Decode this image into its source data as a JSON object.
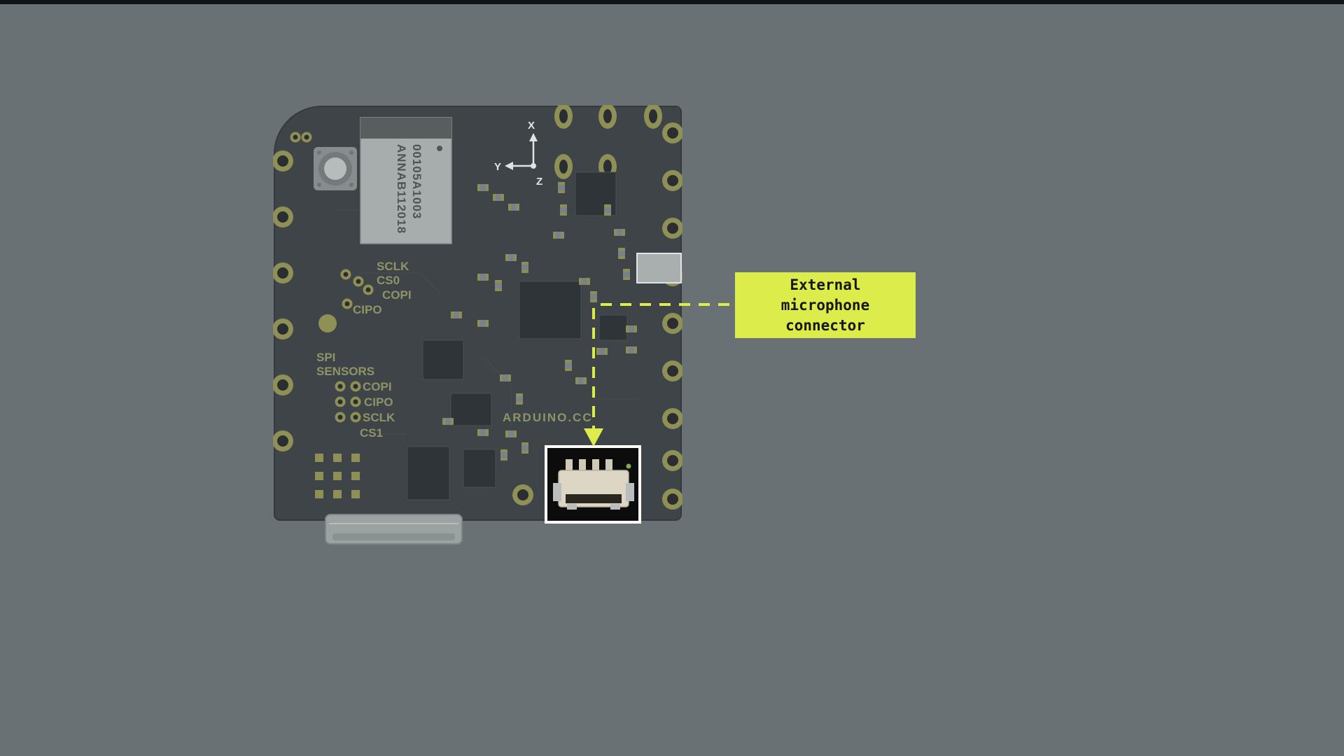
{
  "page": {
    "background_color": "#6a7174",
    "top_strip_color": "#121516"
  },
  "annotation": {
    "label_lines": [
      "External",
      "microphone",
      "connector"
    ],
    "box_color": "#dcec4b",
    "text_color": "#161616",
    "leader_color": "#dcec4b"
  },
  "board": {
    "board_color": "#3e4447",
    "pad_color": "#8f9055",
    "silkscreen_color": "#8f9468",
    "module_lines": [
      "ANNAB112018",
      "00105A1003"
    ],
    "axes": {
      "x": "X",
      "y": "Y",
      "z": "Z"
    },
    "spi0_labels": [
      "SCLK",
      "CS0",
      "COPI",
      "CIPO"
    ],
    "spi_group_label": [
      "SPI",
      "SENSORS"
    ],
    "spi1_labels": [
      "COPI",
      "CIPO",
      "SCLK",
      "CS1"
    ],
    "brand": "ARDUINO.CC"
  }
}
